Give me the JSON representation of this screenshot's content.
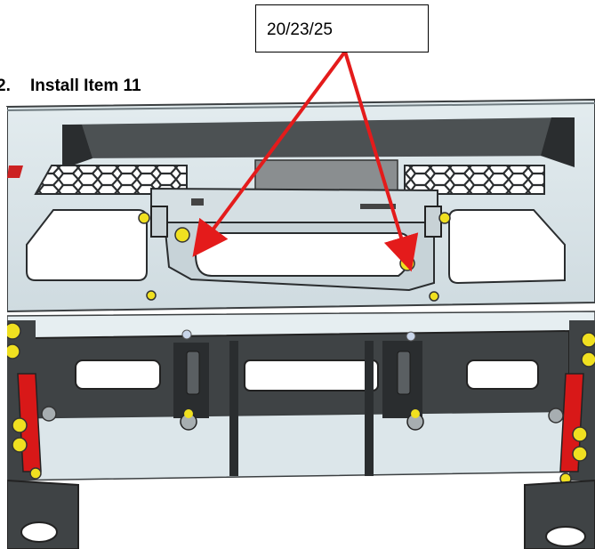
{
  "step": {
    "number": "2.",
    "title": "Install Item 11"
  },
  "callout": {
    "label": "20/23/25"
  },
  "colors": {
    "panel": "#dce6ea",
    "panel_dark": "#b9c6cc",
    "steel": "#3f4345",
    "steel_dark": "#2a2d2f",
    "bolt": "#f0e020",
    "bracket": "#d81818",
    "arrow": "#e41b1b"
  }
}
